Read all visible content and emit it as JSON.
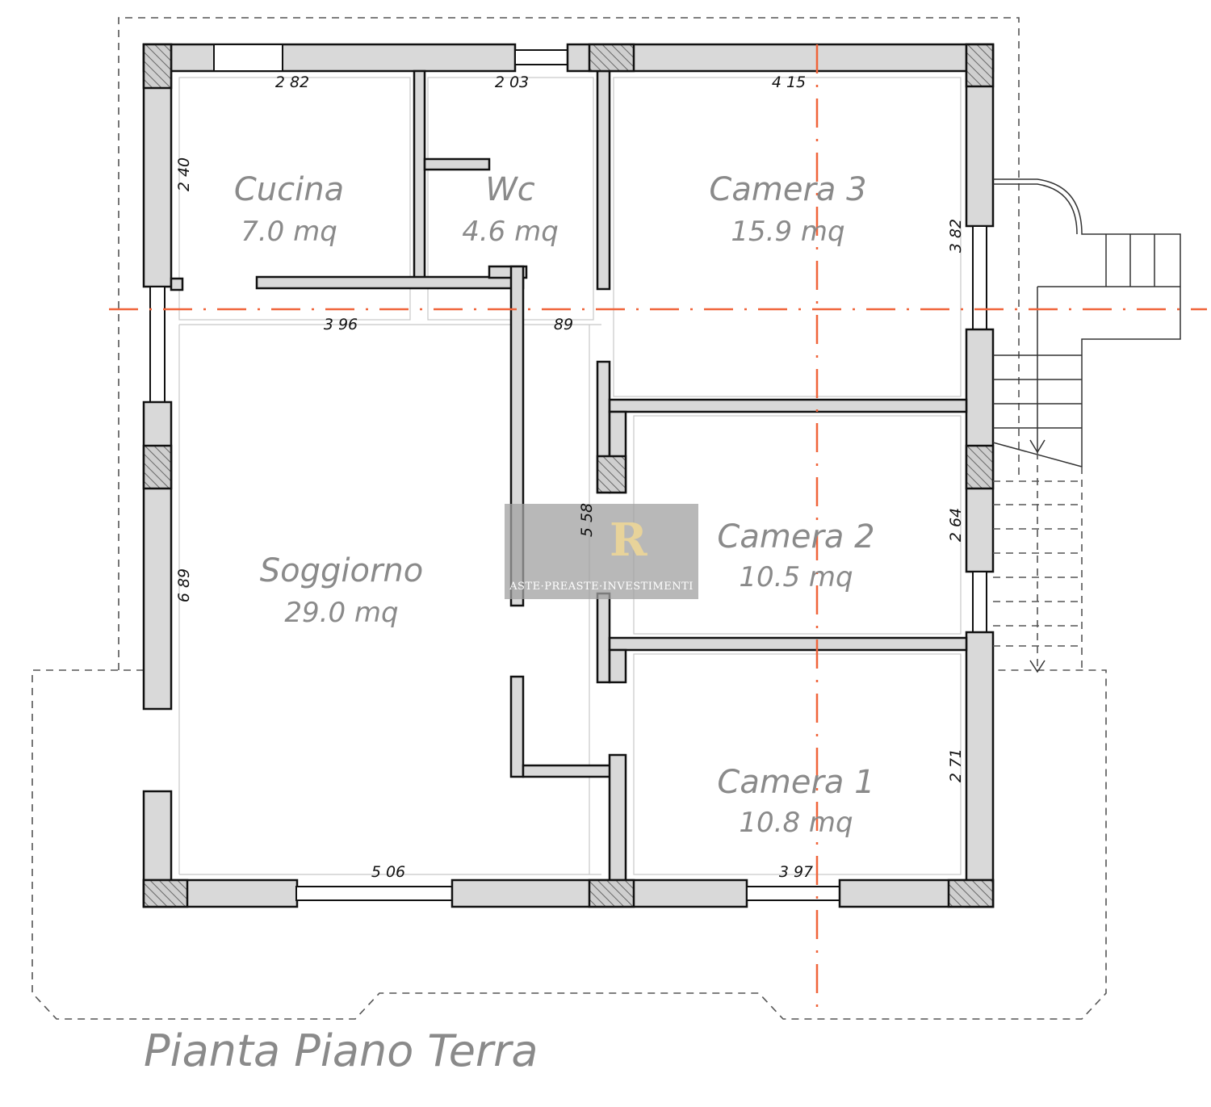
{
  "title": "Pianta Piano Terra",
  "rooms": [
    {
      "name": "Cucina",
      "area": "7.0 mq"
    },
    {
      "name": "Wc",
      "area": "4.6 mq"
    },
    {
      "name": "Camera 3",
      "area": "15.9 mq"
    },
    {
      "name": "Soggiorno",
      "area": "29.0 mq"
    },
    {
      "name": "Camera 2",
      "area": "10.5 mq"
    },
    {
      "name": "Camera 1",
      "area": "10.8 mq"
    }
  ],
  "dimensions": {
    "cucina_width": "2 82",
    "wc_width": "2 03",
    "camera3_width": "4 15",
    "cucina_height": "2 40",
    "soggiorno_upper_width": "3 96",
    "corridor_width": "89",
    "camera3_height": "3 82",
    "corridor_length": "5 58",
    "camera2_height": "2 64",
    "soggiorno_height": "6 89",
    "camera1_height": "2 71",
    "soggiorno_width": "5 06",
    "camera1_width": "3 97"
  },
  "watermark": {
    "logo": "R",
    "text": "ASTE·PREASTE·INVESTIMENTI"
  },
  "colors": {
    "axis": "#f0643a",
    "wall": "#d9d9d9",
    "label": "#8a8a8a"
  }
}
